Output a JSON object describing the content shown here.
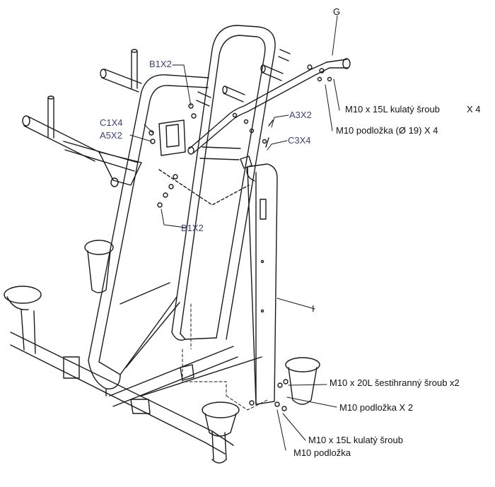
{
  "labels": {
    "g": "G",
    "i": "I",
    "b1x2_top": "B1X2",
    "b1x2_bottom": "B1X2",
    "c1x4": "C1X4",
    "a5x2": "A5X2",
    "a3x2": "A3X2",
    "c3x4": "C3X4"
  },
  "callouts": {
    "round_screw_top": "M10 x 15L kulatý šroub",
    "round_screw_top_qty": "X 4",
    "washer_top": "M10 podložka (Ø 19) X 4",
    "hex_screw": "M10 x 20L šestihranný šroub x2",
    "washer_bottom_qty": "M10 podložka X 2",
    "round_screw_bottom": "M10 x 15L kulatý šroub",
    "washer_bottom": "M10 podložka"
  },
  "colors": {
    "line": "#1a1a1a",
    "label_blue": "#3a4478"
  }
}
